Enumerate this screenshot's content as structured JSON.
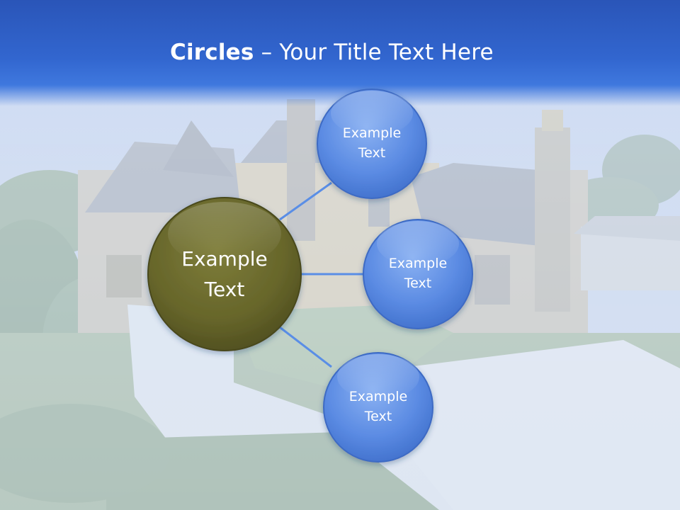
{
  "slide": {
    "title_bold": "Circles",
    "title_rest": " – Your Title Text Here"
  },
  "diagram": {
    "center": {
      "label": "Example\nText",
      "color": "#6b6a2c"
    },
    "nodes": [
      {
        "label": "Example\nText",
        "color": "#5b8be3"
      },
      {
        "label": "Example\nText",
        "color": "#5b8be3"
      },
      {
        "label": "Example\nText",
        "color": "#5b8be3"
      }
    ],
    "connector_color": "#5a8ee6"
  }
}
